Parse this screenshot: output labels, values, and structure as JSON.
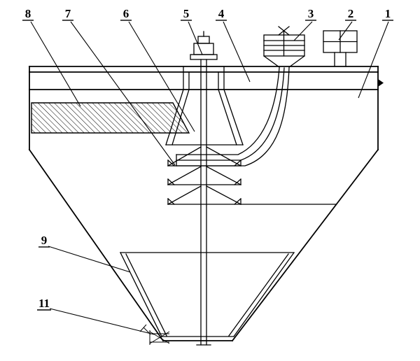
{
  "drawing": {
    "background_color": "#ffffff",
    "line_color": "#000000",
    "callouts": [
      {
        "label": "8"
      },
      {
        "label": "7"
      },
      {
        "label": "6"
      },
      {
        "label": "5"
      },
      {
        "label": "4"
      },
      {
        "label": "3"
      },
      {
        "label": "2"
      },
      {
        "label": "1"
      },
      {
        "label": "9"
      },
      {
        "label": "11"
      }
    ]
  }
}
